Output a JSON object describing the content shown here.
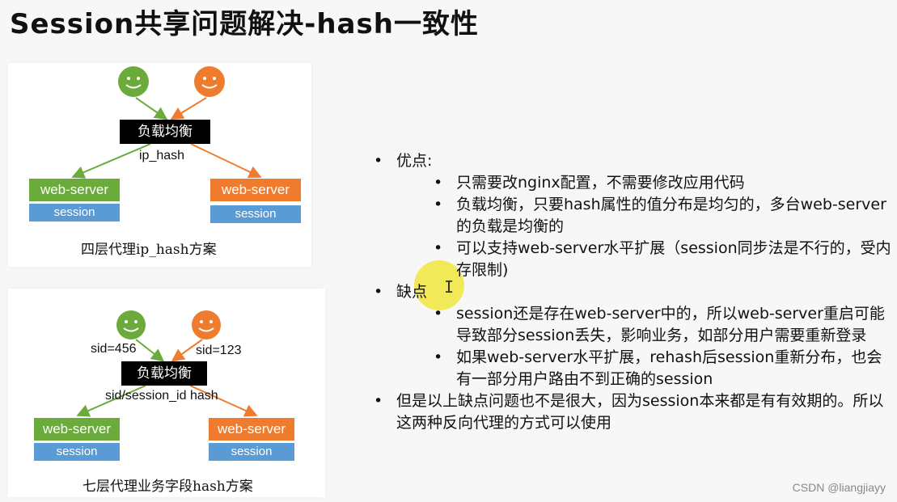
{
  "title": "Session共享问题解决-hash一致性",
  "diagram_top": {
    "lb_label": "负载均衡",
    "hash_label": "ip_hash",
    "server_left": "web-server",
    "server_right": "web-server",
    "session_left": "session",
    "session_right": "session",
    "caption": "四层代理ip_hash方案"
  },
  "diagram_bottom": {
    "lb_label": "负载均衡",
    "hash_label": "sid/session_id hash",
    "sid_left": "sid=456",
    "sid_right": "sid=123",
    "server_left": "web-server",
    "server_right": "web-server",
    "session_left": "session",
    "session_right": "session",
    "caption": "七层代理业务字段hash方案"
  },
  "colors": {
    "green": "#6aab3c",
    "orange": "#ef7c2e",
    "blue": "#5b9bd5"
  },
  "bullets": {
    "pros_title": "优点:",
    "pros": [
      "只需要改nginx配置，不需要修改应用代码",
      "负载均衡，只要hash属性的值分布是均匀的，多台web-server的负载是均衡的",
      "可以支持web-server水平扩展（session同步法是不行的，受内存限制)"
    ],
    "cons_title": "缺点",
    "cons": [
      "session还是存在web-server中的，所以web-server重启可能导致部分session丢失，影响业务，如部分用户需要重新登录",
      "如果web-server水平扩展，rehash后session重新分布，也会有一部分用户路由不到正确的session"
    ],
    "summary": "但是以上缺点问题也不是很大，因为session本来都是有有效期的。所以这两种反向代理的方式可以使用"
  },
  "watermark": "CSDN @liangjiayy"
}
